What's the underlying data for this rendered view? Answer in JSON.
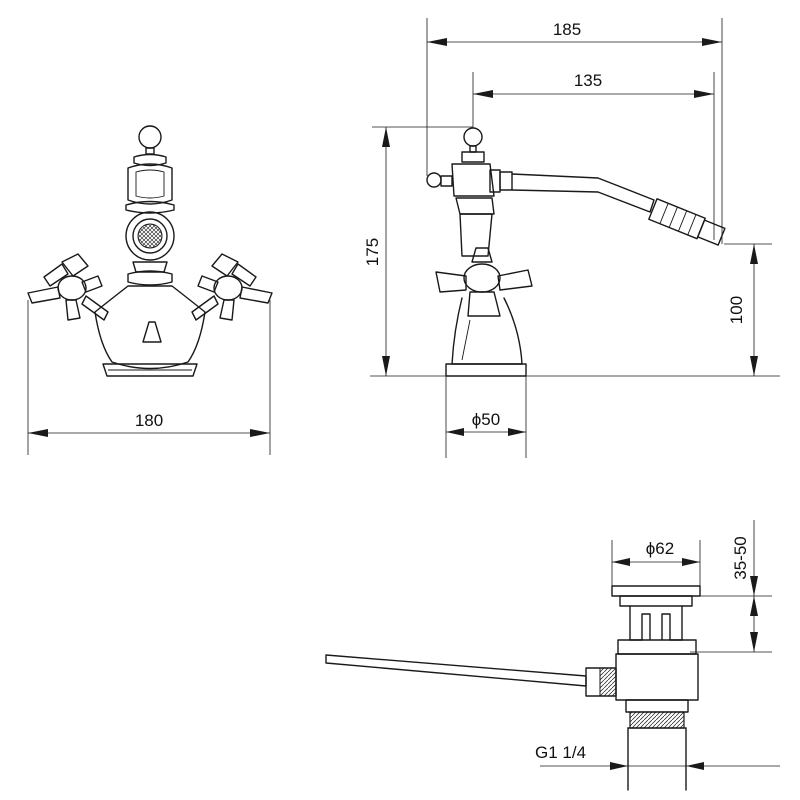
{
  "dimensions": {
    "front_width": "180",
    "side_overall_length": "185",
    "side_spout_length": "135",
    "side_height": "175",
    "spout_height": "100",
    "base_diameter": "ϕ50",
    "waste_diameter": "ϕ62",
    "waste_range": "35-50",
    "waste_thread": "G1 1/4"
  },
  "views": [
    "front-view",
    "side-view",
    "pop-up-waste"
  ]
}
